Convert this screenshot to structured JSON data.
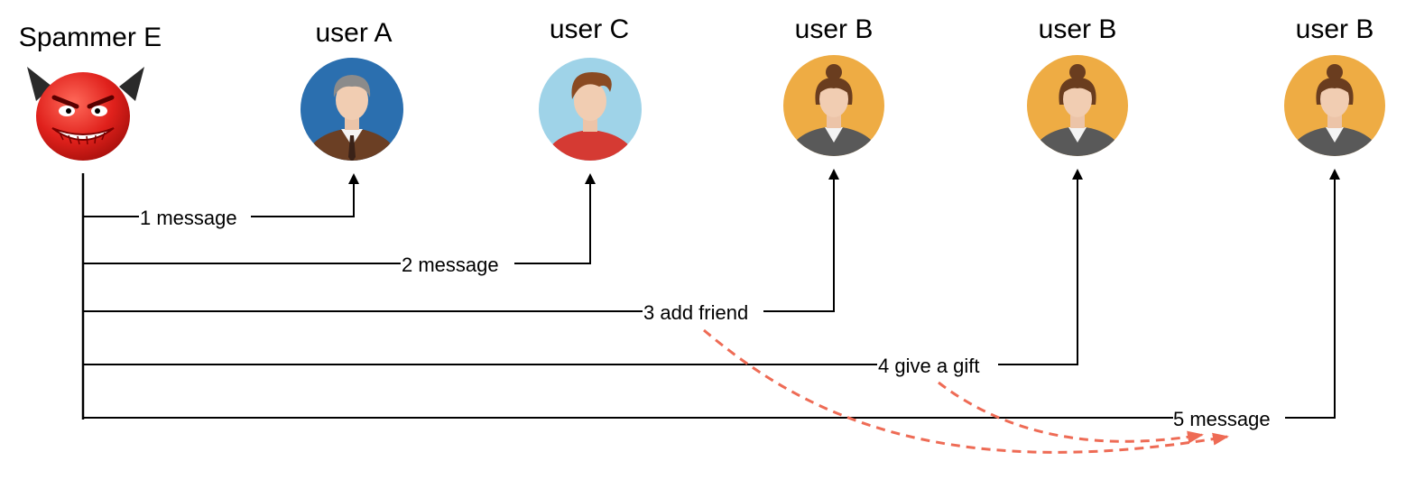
{
  "actors": [
    {
      "id": "spammer",
      "title": "Spammer E",
      "icon": "devil-face-icon"
    },
    {
      "id": "userA",
      "title": "user A",
      "icon": "businessman-avatar-icon",
      "bg": "#2b6faf"
    },
    {
      "id": "userC",
      "title": "user C",
      "icon": "young-man-avatar-icon",
      "bg": "#9fd3e8"
    },
    {
      "id": "userB1",
      "title": "user B",
      "icon": "businesswoman-avatar-icon",
      "bg": "#eeac44"
    },
    {
      "id": "userB2",
      "title": "user B",
      "icon": "businesswoman-avatar-icon",
      "bg": "#eeac44"
    },
    {
      "id": "userB3",
      "title": "user B",
      "icon": "businesswoman-avatar-icon",
      "bg": "#eeac44"
    }
  ],
  "messages": [
    {
      "label": "1 message",
      "to": "userA"
    },
    {
      "label": "2 message",
      "to": "userC"
    },
    {
      "label": "3 add friend",
      "to": "userB1"
    },
    {
      "label": "4 give a gift",
      "to": "userB2"
    },
    {
      "label": "5 message",
      "to": "userB3"
    }
  ],
  "colors": {
    "line": "#000000",
    "dashed": "#ee6b55"
  }
}
